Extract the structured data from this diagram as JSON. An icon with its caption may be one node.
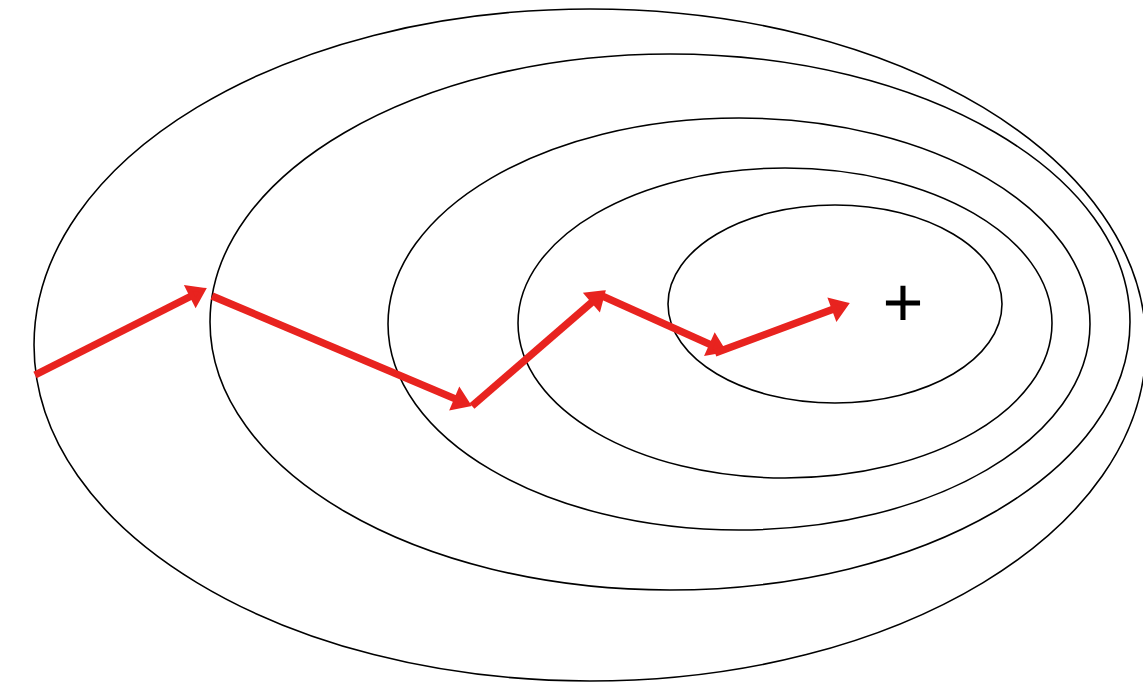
{
  "diagram": {
    "nodes": [
      {
        "text": [],
        "shape": "ellipse"
      },
      {
        "text": [],
        "shape": "ellipse",
        "in": 0
      },
      {
        "text": [],
        "shape": "ellipse",
        "in": 1
      },
      {
        "text": [],
        "shape": "ellipse",
        "in": 2
      },
      {
        "text": [],
        "shape": "ellipse",
        "in": 3
      }
    ],
    "labels": [
      "+"
    ]
  }
}
